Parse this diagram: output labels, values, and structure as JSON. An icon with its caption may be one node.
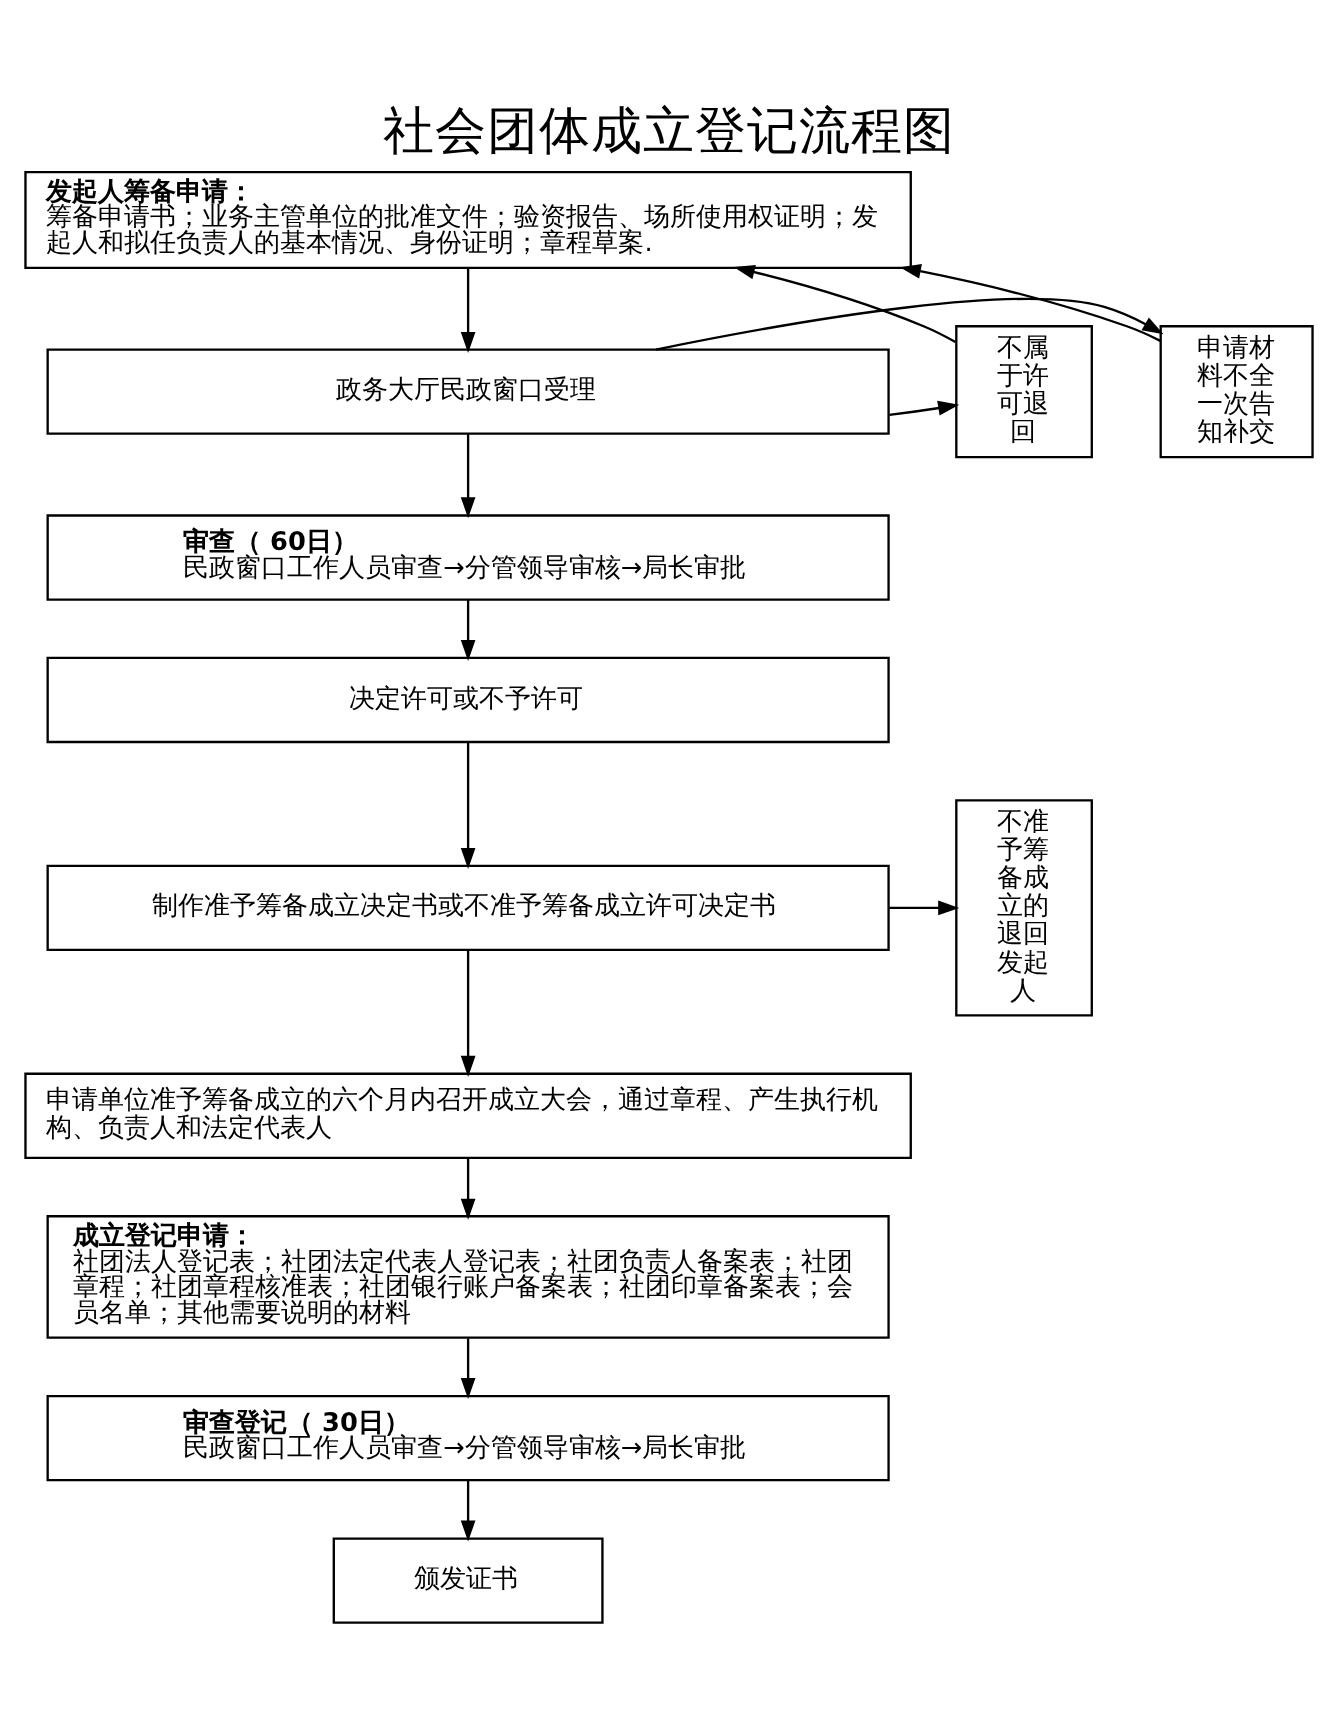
{
  "diagram": {
    "title": "社会团体成立登记流程图",
    "nodes": [
      {
        "text": [
          "发起人筹备申请：",
          "筹备申请书；业务主管单位的批准文件；验资报告、场所使用权证明；发起人和拟任负责人的基本情况、身份证明；章程草案."
        ]
      },
      {
        "text": [
          "政务大厅民政窗口受理"
        ]
      },
      {
        "text": [
          "申请材料不全一次告知补交"
        ]
      },
      {
        "text": [
          "不属于许可退回"
        ]
      },
      {
        "text": [
          "审查（ 60日）",
          "民政窗口工作人员审查→分管领导审核→局长审批"
        ]
      },
      {
        "text": [
          "决定许可或不予许可"
        ]
      },
      {
        "text": [
          "制作准予筹备成立决定书或不准予筹备成立许可决定书"
        ]
      },
      {
        "text": [
          "不准予筹备成立的退回发起人"
        ]
      },
      {
        "text": [
          "申请单位准予筹备成立的六个月内召开成立大会，通过章程、产生执行机构、负责人和法定代表人"
        ]
      },
      {
        "text": [
          "成立登记申请：",
          "社团法人登记表；社团法定代表人登记表；社团负责人备案表；社团章程；社团章程核准表；社团银行账户备案表；社团印章备案表；会员名单；其他需要说明的材料"
        ]
      },
      {
        "text": [
          "审查登记（ 30日）",
          "民政窗口工作人员审查→分管领导审核→局长审批"
        ]
      },
      {
        "text": [
          "颁发证书"
        ]
      }
    ],
    "edges": [
      {
        "from": 0,
        "to": 1,
        "arrow": "to"
      },
      {
        "from": 1,
        "to": 2,
        "arrow": "to"
      },
      {
        "from": 2,
        "to": 0,
        "arrow": "to"
      },
      {
        "from": 1,
        "to": 3,
        "arrow": "to"
      },
      {
        "from": 3,
        "to": 0,
        "arrow": "to"
      },
      {
        "from": 1,
        "to": 4,
        "arrow": "to"
      },
      {
        "from": 4,
        "to": 5,
        "arrow": "to"
      },
      {
        "from": 5,
        "to": 6,
        "arrow": "to"
      },
      {
        "from": 6,
        "to": 7,
        "arrow": "to"
      },
      {
        "from": 6,
        "to": 8,
        "arrow": "to"
      },
      {
        "from": 8,
        "to": 9,
        "arrow": "to"
      },
      {
        "from": 9,
        "to": 10,
        "arrow": "to"
      },
      {
        "from": 10,
        "to": 11,
        "arrow": "to"
      }
    ]
  }
}
